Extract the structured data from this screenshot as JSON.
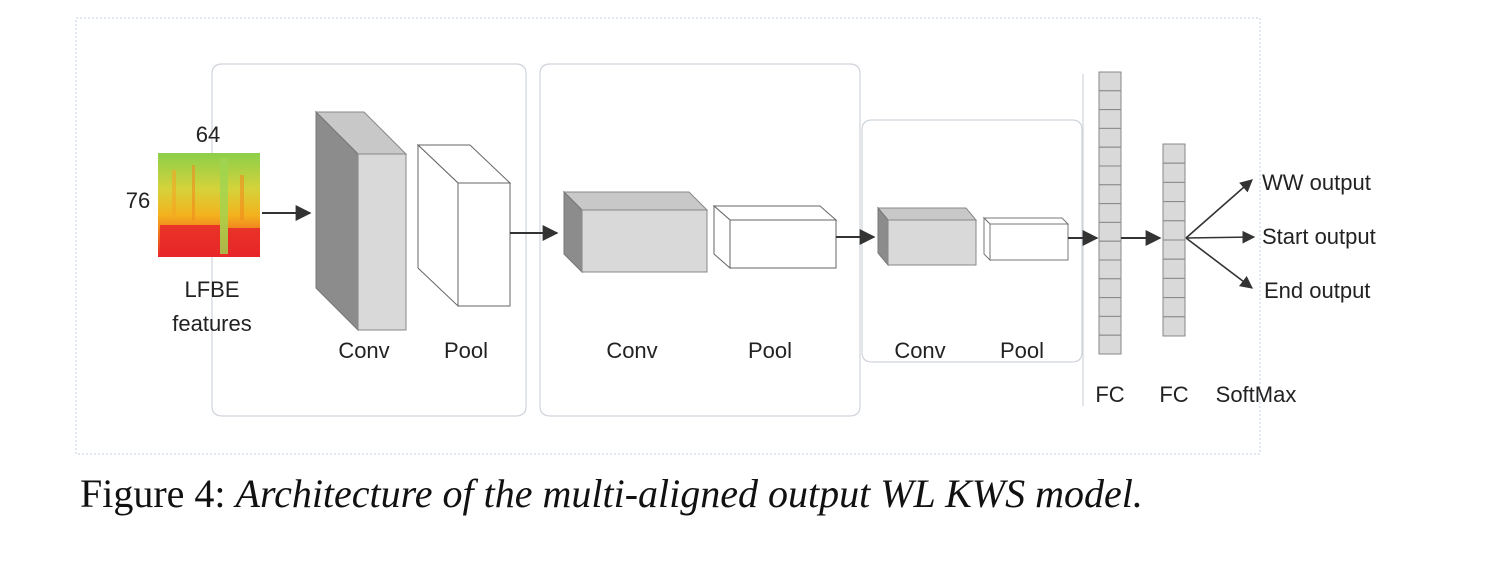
{
  "input": {
    "width_label": "64",
    "height_label": "76",
    "name_line1": "LFBE",
    "name_line2": "features"
  },
  "blocks": [
    {
      "conv_label": "Conv",
      "pool_label": "Pool"
    },
    {
      "conv_label": "Conv",
      "pool_label": "Pool"
    },
    {
      "conv_label": "Conv",
      "pool_label": "Pool"
    }
  ],
  "fc_layers": [
    {
      "label": "FC",
      "cells": 15
    },
    {
      "label": "FC",
      "cells": 10
    }
  ],
  "softmax_label": "SoftMax",
  "outputs": [
    {
      "label": "WW output"
    },
    {
      "label": "Start output"
    },
    {
      "label": "End output"
    }
  ],
  "caption": {
    "prefix": "Figure 4: ",
    "text": "Architecture of the multi-aligned output WL KWS model."
  },
  "colors": {
    "conv_front": "#d9d9d9",
    "conv_top": "#c8c8c8",
    "conv_side": "#8c8c8c",
    "pool_fill": "#ffffff",
    "fc_fill": "#d9d9d9",
    "spectrogram_low": "#e8252a",
    "spectrogram_mid": "#f6a11c",
    "spectrogram_high": "#7cc24a"
  }
}
